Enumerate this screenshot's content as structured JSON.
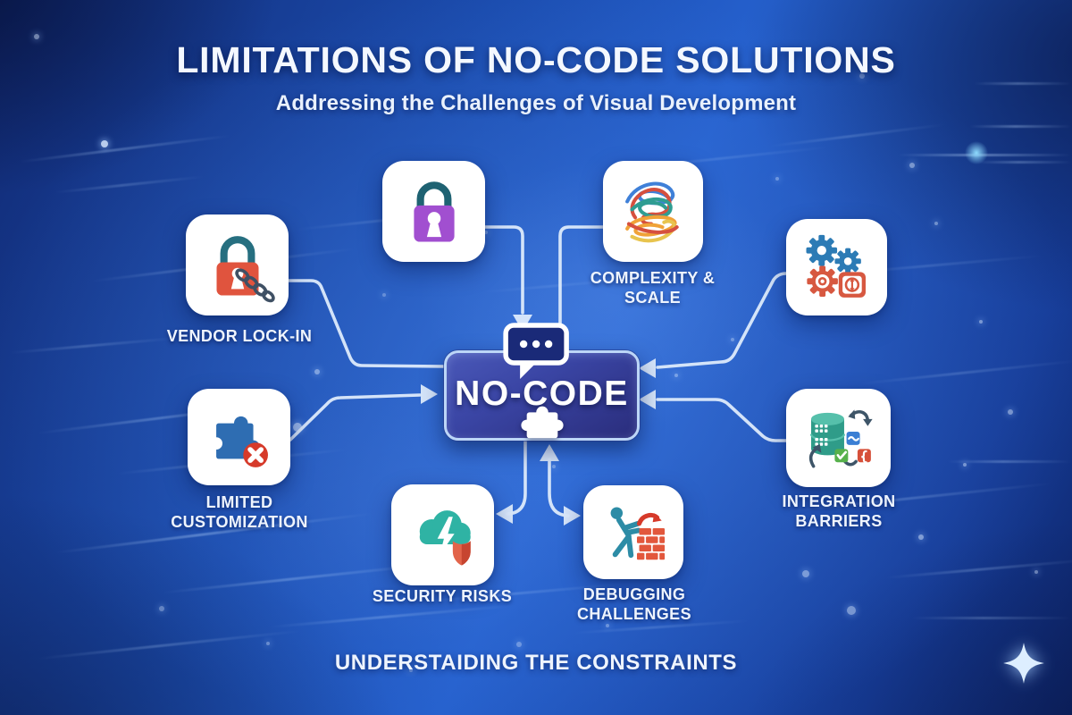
{
  "header": {
    "title": "LIMITATIONS OF NO-CODE SOLUTIONS",
    "subtitle": "Addressing the Challenges of Visual Development"
  },
  "center": {
    "label": "NO-CODE",
    "icons": [
      "chat-bubble-icon",
      "puzzle-icon"
    ]
  },
  "cards": [
    {
      "label": "VENDOR LOCK-IN",
      "icon": "padlock-chain-icon"
    },
    {
      "label": "",
      "icon": "padlock-icon"
    },
    {
      "label": "COMPLEXITY & SCALE",
      "icon": "tangled-wires-icon"
    },
    {
      "label": "",
      "icon": "gears-icon"
    },
    {
      "label": "LIMITED CUSTOMIZATION",
      "icon": "puzzle-blocked-icon"
    },
    {
      "label": "SECURITY RISKS",
      "icon": "storm-cloud-shield-icon"
    },
    {
      "label": "DEBUGGING CHALLENGES",
      "icon": "worker-brick-wall-icon"
    },
    {
      "label": "INTEGRATION BARRIERS",
      "icon": "database-sync-icon"
    }
  ],
  "footer": {
    "caption": "UNDERSTAIDING THE CONSTRAINTS",
    "icon": "sparkle-icon"
  },
  "colors": {
    "background_blue": "#1e52b8",
    "card_white": "#ffffff",
    "node_fill_top": "#4a58b8",
    "node_fill_bottom": "#2a2d7c",
    "node_border": "#bcd6f7",
    "connector_white": "#dbe9fb",
    "accent_red": "#d6503a",
    "accent_orange_lock": "#e0543e",
    "accent_teal": "#2fb3a4",
    "accent_purple": "#a14fd0",
    "accent_gear_blue": "#2c7bb5",
    "text_white": "#f2f7ff"
  }
}
